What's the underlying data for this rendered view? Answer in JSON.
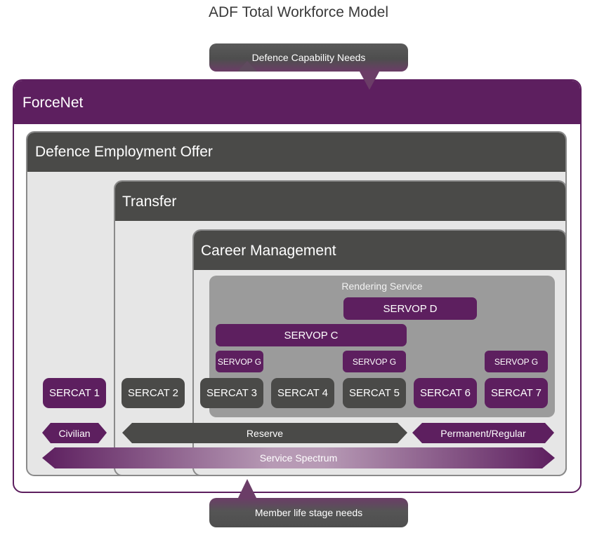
{
  "title": "ADF Total Workforce Model",
  "top_bubble": "Defence Capability Needs",
  "bottom_bubble": "Member life stage needs",
  "forcenet": {
    "label": "ForceNet"
  },
  "panels": {
    "employment_offer": "Defence Employment Offer",
    "transfer": "Transfer",
    "career_management": "Career Management"
  },
  "rendering_service": {
    "label": "Rendering Service",
    "servop_d": "SERVOP D",
    "servop_c": "SERVOP C",
    "servop_g": [
      "SERVOP G",
      "SERVOP G",
      "SERVOP G"
    ]
  },
  "sercats": [
    "SERCAT 1",
    "SERCAT 2",
    "SERCAT 3",
    "SERCAT 4",
    "SERCAT 5",
    "SERCAT 6",
    "SERCAT 7"
  ],
  "bands": {
    "civilian": "Civilian",
    "reserve": "Reserve",
    "permanent": "Permanent/Regular",
    "spectrum": "Service Spectrum"
  },
  "colors": {
    "purple": "#5d1f5f",
    "dark_gray": "#4a4a48",
    "panel_gray": "#e6e6e6",
    "rendering_gray": "#9b9b9b"
  }
}
